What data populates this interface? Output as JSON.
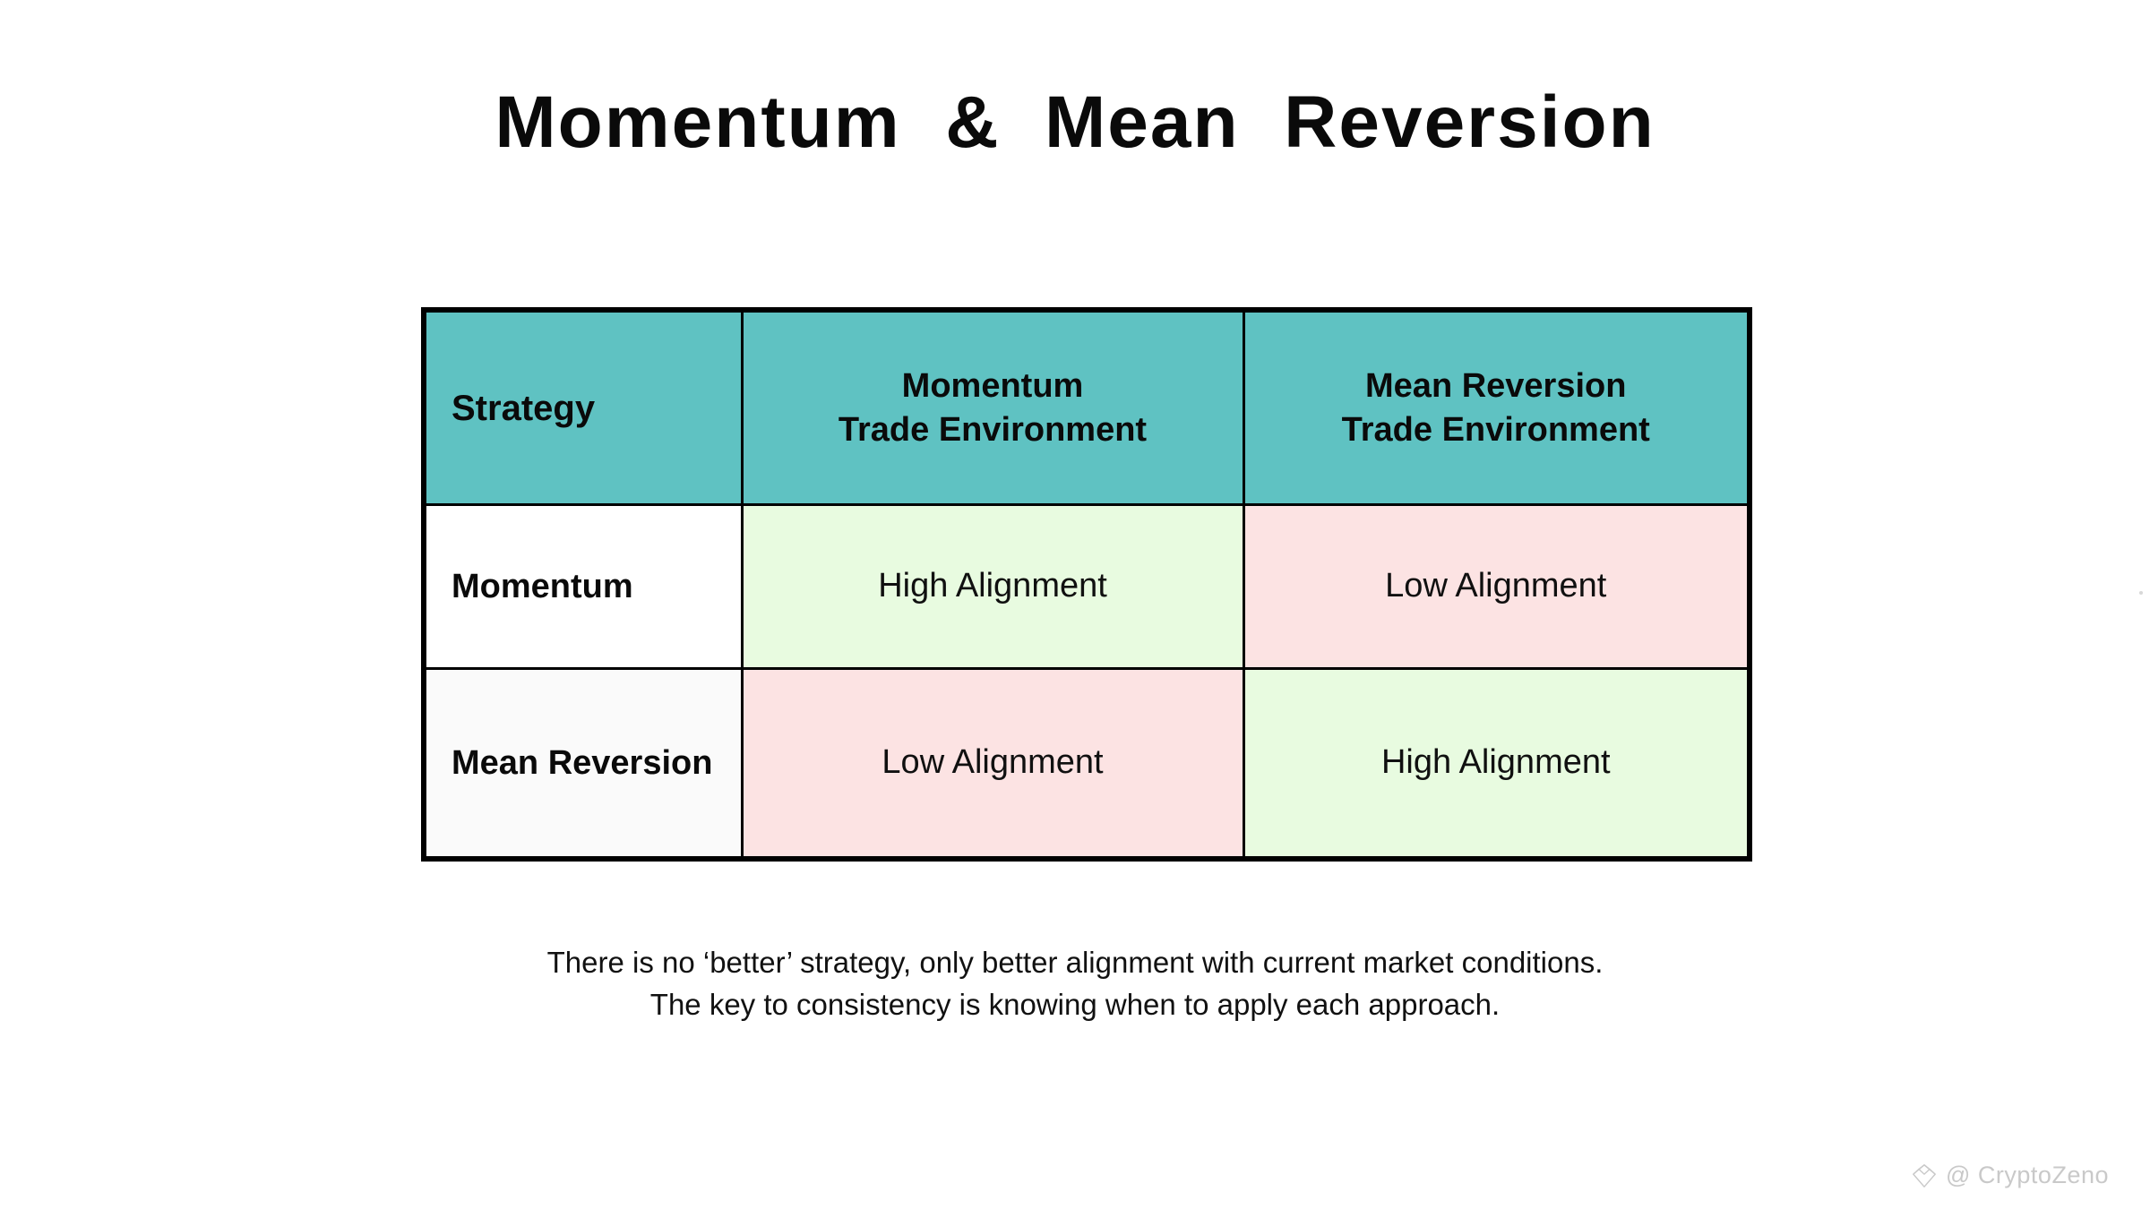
{
  "slide": {
    "title": "Momentum  &  Mean  Reversion",
    "background_color": "#ffffff"
  },
  "colors": {
    "header_teal": "#5fc2c2",
    "high_alignment_green": "#e8fbe0",
    "low_alignment_pink": "#fce3e3",
    "row_label_tint": "#fafafa",
    "border_black": "#000000",
    "watermark_gray": "#c9c9c9"
  },
  "table": {
    "columns": [
      {
        "key": "strategy",
        "label": "Strategy",
        "align": "left"
      },
      {
        "key": "momentum_env",
        "line1": "Momentum",
        "line2": "Trade Environment",
        "align": "center"
      },
      {
        "key": "mean_reversion_env",
        "line1": "Mean Reversion",
        "line2": "Trade Environment",
        "align": "center"
      }
    ],
    "rows": [
      {
        "label_line1": "Momentum",
        "label_line2": "",
        "cells": [
          {
            "value": "High Alignment",
            "fill": "high"
          },
          {
            "value": "Low Alignment",
            "fill": "low"
          }
        ]
      },
      {
        "label_line1": "Mean",
        "label_line2": "Reversion",
        "cells": [
          {
            "value": "Low Alignment",
            "fill": "low"
          },
          {
            "value": "High Alignment",
            "fill": "high"
          }
        ]
      }
    ]
  },
  "caption": {
    "line1": "There is no ‘better’ strategy, only better alignment with current market conditions.",
    "line2": "The key to consistency is knowing when to apply each approach."
  },
  "watermark": {
    "icon": "diamond-crystal-logo",
    "handle": "@ CryptoZeno"
  },
  "chart_data": {
    "type": "table",
    "title": "Momentum  &  Mean  Reversion",
    "columns": [
      "Strategy",
      "Momentum Trade Environment",
      "Mean Reversion Trade Environment"
    ],
    "rows": [
      [
        "Momentum",
        "High Alignment",
        "Low Alignment"
      ],
      [
        "Mean Reversion",
        "Low Alignment",
        "High Alignment"
      ]
    ],
    "cell_fills": [
      [
        "#ffffff",
        "#e8fbe0",
        "#fce3e3"
      ],
      [
        "#fafafa",
        "#fce3e3",
        "#e8fbe0"
      ]
    ],
    "header_fill": "#5fc2c2",
    "annotations": [
      "There is no ‘better’ strategy, only better alignment with current market conditions.",
      "The key to consistency is knowing when to apply each approach."
    ]
  }
}
